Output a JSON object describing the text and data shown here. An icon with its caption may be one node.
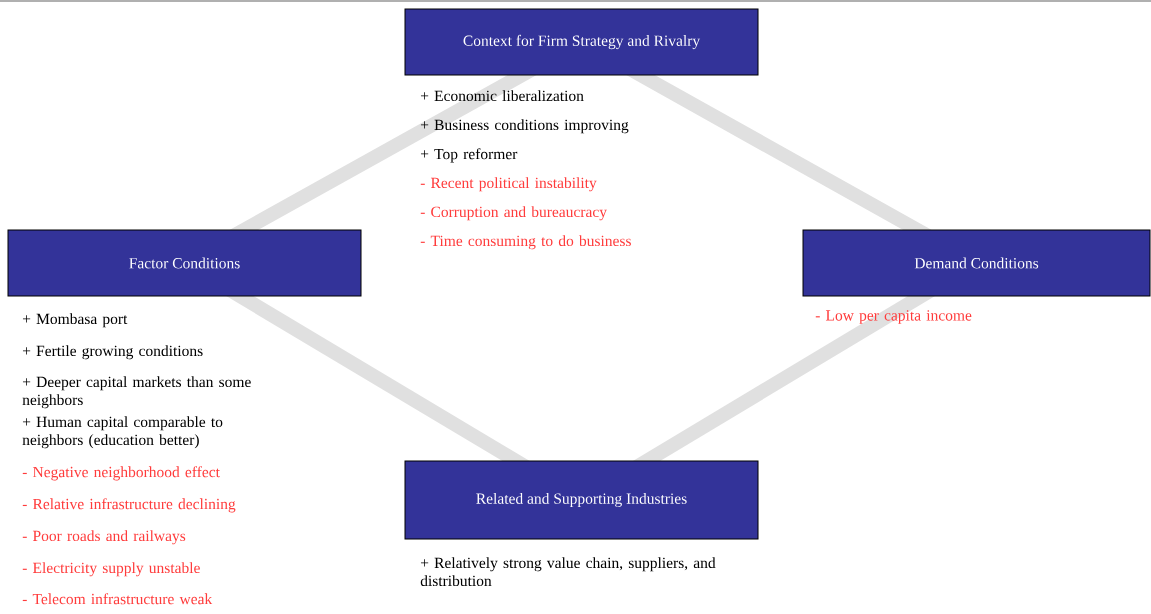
{
  "diagram": {
    "nodes": [
      {
        "text": [
          "Context for Firm Strategy and Rivalry"
        ],
        "beside": [
          "+ Economic liberalization",
          "+ Business conditions improving",
          "+ Top reformer",
          "- Recent political instability",
          "- Corruption and bureaucracy",
          "- Time consuming to do business"
        ]
      },
      {
        "text": [
          "Factor Conditions"
        ],
        "beside": [
          "+  Mombasa port",
          "+ Fertile growing conditions",
          "+ Deeper capital markets than some neighbors",
          "+ Human capital comparable to neighbors (education better)",
          "- Negative neighborhood effect",
          "- Relative infrastructure declining",
          "- Poor roads and railways",
          "- Electricity supply unstable",
          "- Telecom infrastructure weak"
        ]
      },
      {
        "text": [
          "Demand Conditions"
        ],
        "beside": [
          "- Low per capita income"
        ]
      },
      {
        "text": [
          "Related and Supporting Industries"
        ],
        "beside": [
          "+ Relatively strong value chain, suppliers, and distribution"
        ]
      }
    ],
    "edges": [
      {
        "from": 0,
        "to": 1,
        "arrow": "none"
      },
      {
        "from": 0,
        "to": 2,
        "arrow": "none"
      },
      {
        "from": 1,
        "to": 3,
        "arrow": "none"
      },
      {
        "from": 2,
        "to": 3,
        "arrow": "none"
      }
    ]
  }
}
